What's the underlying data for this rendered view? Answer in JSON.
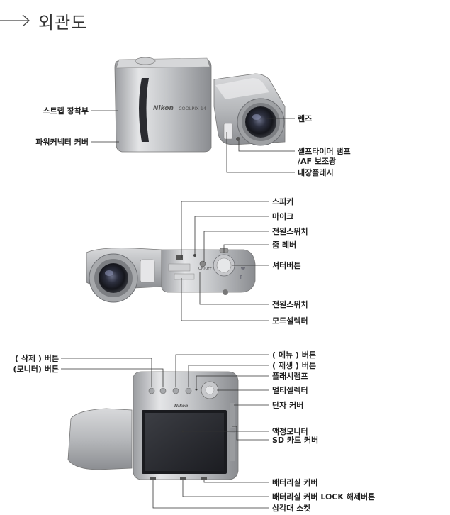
{
  "title": "외관도",
  "labels": {
    "strap": "스트랩 장착부",
    "power_connector": "파워커넥터 커버",
    "lens": "렌즈",
    "self_timer_1": "셀프타이머 램프",
    "self_timer_2": "/AF 보조광",
    "flash": "내장플래시",
    "speaker": "스피커",
    "mic": "마이크",
    "power_switch_top": "전원스위치",
    "zoom": "줌 레버",
    "shutter": "셔터버튼",
    "power_switch_bottom": "전원스위치",
    "mode_selector": "모드셀렉터",
    "delete_btn": "( 삭제 ) 버튼",
    "monitor_btn": "(모니터) 버튼",
    "menu_btn": "( 메뉴 ) 버튼",
    "play_btn": "( 재생 ) 버튼",
    "flash_lamp": "플래시램프",
    "multi_selector": "멀티셀렉터",
    "terminal_cover": "단자 커버",
    "lcd": "액정모니터",
    "sd_cover": "SD 카드 커버",
    "battery_cover": "배터리실 커버",
    "battery_lock": "배터리실 커버 LOCK 해제버튼",
    "tripod": "삼각대 소켓"
  },
  "camera_text": {
    "brand": "Nikon",
    "model": "COOLPIX 14",
    "onoff": "ON/OFF"
  }
}
